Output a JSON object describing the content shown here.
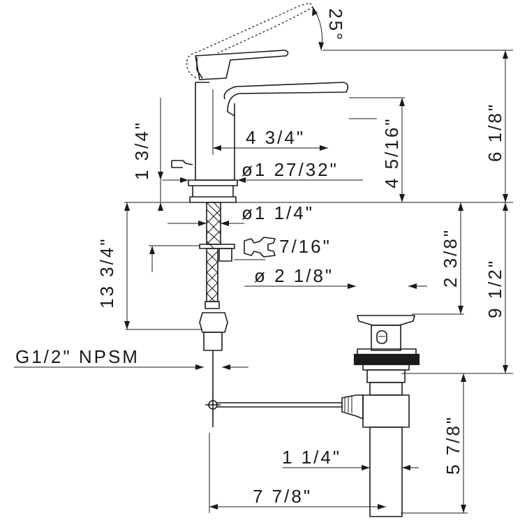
{
  "dimensions": {
    "handle_angle": "25°",
    "overall_height": "6 1/8\"",
    "spout_height": "4 5/16\"",
    "spout_reach": "4 3/4\"",
    "deck_to_handle": "1 3/4\"",
    "base_diameter": "ø1 27/32\"",
    "shank_diameter": "ø1 1/4\"",
    "nut_size": "7/16\"",
    "hole_diameter": "ø 2 1/8\"",
    "below_deck": "13 3/4\"",
    "drain_top": "2 3/8\"",
    "drain_height": "9 1/2\"",
    "connection": "G1/2\" NPSM",
    "tailpiece_diameter": "1 1/4\"",
    "tailpiece_length": "5 7/8\"",
    "drain_offset": "7 7/8\""
  }
}
